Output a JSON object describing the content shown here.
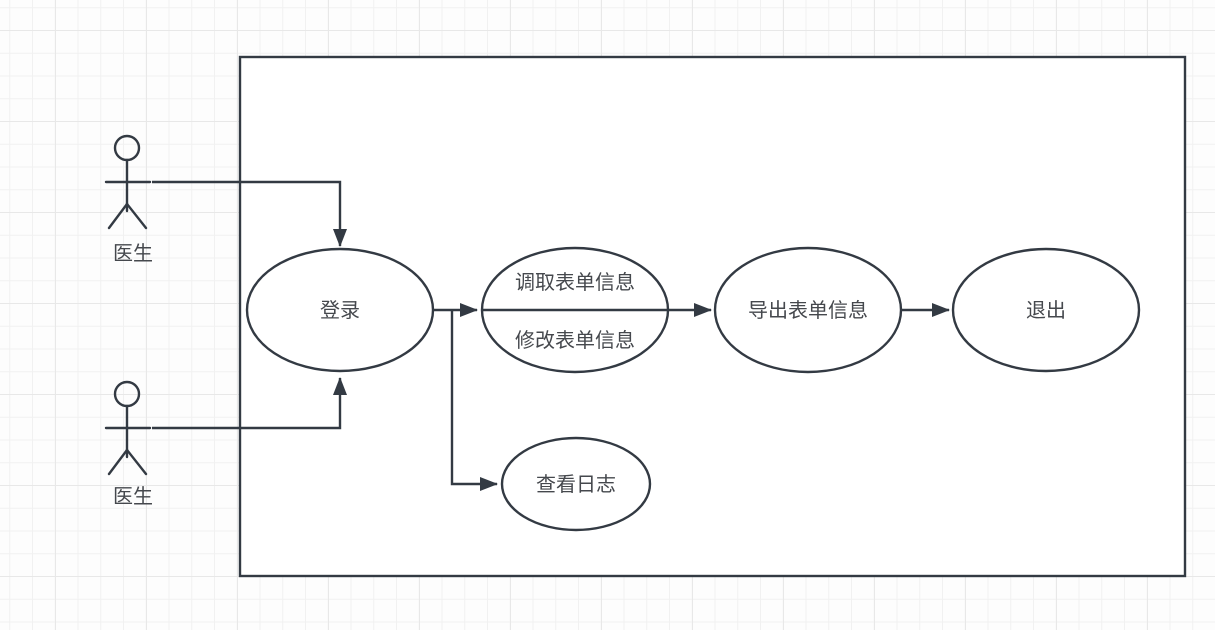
{
  "canvas": {
    "background_color": "#fdfdfd",
    "grid_minor_color": "#f1f1f1",
    "grid_major_color": "#e8e8e8",
    "stroke_color": "#333a43",
    "text_color": "#45484d",
    "shape_fill": "#ffffff"
  },
  "actors": [
    {
      "label": "医生"
    },
    {
      "label": "医生"
    }
  ],
  "use_cases": {
    "login": {
      "label": "登录"
    },
    "form_info": {
      "label_top": "调取表单信息",
      "label_bottom": "修改表单信息"
    },
    "export_form": {
      "label": "导出表单信息"
    },
    "exit": {
      "label": "退出"
    },
    "view_log": {
      "label": "查看日志"
    }
  }
}
